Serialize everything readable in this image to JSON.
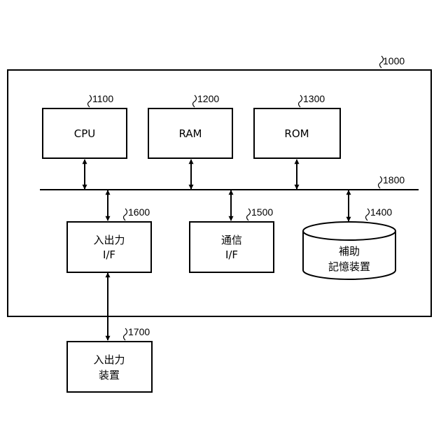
{
  "system": {
    "ref": "1000"
  },
  "cpu": {
    "label": "CPU",
    "ref": "1100"
  },
  "ram": {
    "label": "RAM",
    "ref": "1200"
  },
  "rom": {
    "label": "ROM",
    "ref": "1300"
  },
  "bus": {
    "ref": "1800"
  },
  "io_if": {
    "line1": "入出力",
    "line2": "I/F",
    "ref": "1600"
  },
  "comm_if": {
    "line1": "通信",
    "line2": "I/F",
    "ref": "1500"
  },
  "storage": {
    "line1": "補助",
    "line2": "記憶装置",
    "ref": "1400"
  },
  "io_device": {
    "line1": "入出力",
    "line2": "装置",
    "ref": "1700"
  }
}
